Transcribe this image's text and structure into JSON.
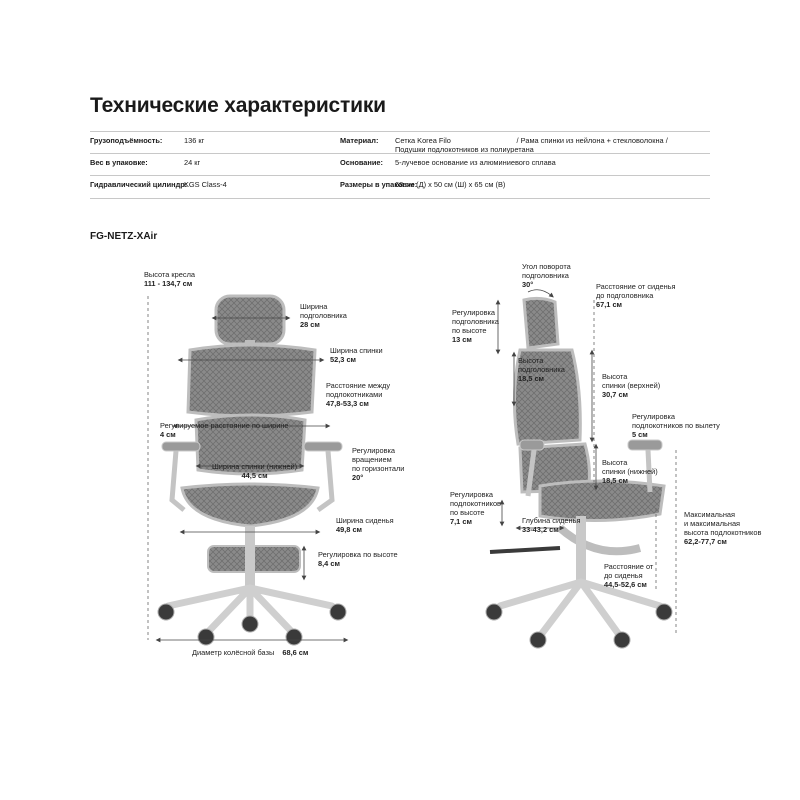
{
  "title": "Технические характеристики",
  "specs": [
    {
      "label": "Грузоподъёмность:",
      "value": "136 кг",
      "label2": "Материал:",
      "value2": "Сетка Korea Filo                                / Рама спинки из нейлона + стекловолокна / Подушки подлокотников из полиуретана"
    },
    {
      "label": "Вес в упаковке:",
      "value": "24 кг",
      "label2": "Основание:",
      "value2": "5-лучевое основание из алюминиевого сплава"
    },
    {
      "label": "Гидравлический цилиндр:",
      "value": "KGS Class-4",
      "label2": "Размеры в упаковке:",
      "value2": "68 см (Д) x 50 см (Ш) x 65 см (В)"
    }
  ],
  "model": "FG-NETZ-XAir",
  "front": {
    "seat_height": {
      "title": "Высота кресла",
      "value": "111 - 134,7 см"
    },
    "headrest_width": {
      "title": "Ширина подголовника",
      "line2": "подголовника",
      "value": "28 см"
    },
    "back_width": {
      "title": "Ширина спинки",
      "value": "52,3 см"
    },
    "armrest_distance": {
      "line1": "Расстояние между",
      "line2": "подлокотниками",
      "value": "47,8-53,3 см"
    },
    "width_adjust": {
      "title": "Регулируемое расстояние по ширине",
      "value": "4 см"
    },
    "rotation": {
      "line1": "Регулировка",
      "line2": "вращением",
      "line3": "по горизонтали",
      "value": "20°"
    },
    "lower_back_width": {
      "title": "Ширина спинки (нижней)",
      "value": "44,5 см"
    },
    "seat_width": {
      "title": "Ширина сиденья",
      "value": "49,8 см"
    },
    "height_adjust": {
      "title": "Регулировка по высоте",
      "value": "8,4 см"
    },
    "base_diameter": {
      "title": "Диаметр колёсной базы",
      "value": "68,6 см"
    }
  },
  "side": {
    "headrest_angle": {
      "line1": "Угол поворота",
      "line2": "подголовника",
      "value": "30°"
    },
    "seat_to_headrest": {
      "line1": "Расстояние от сиденья",
      "line2": "до подголовника",
      "value": "67,1 см"
    },
    "headrest_height_adj": {
      "line1": "Регулировка",
      "line2": "подголовника",
      "line3": "по высоте",
      "value": "13 см"
    },
    "headrest_height": {
      "title": "Высота",
      "line2": "подголовника",
      "value": "18,5 см"
    },
    "upper_back_height": {
      "line1": "Высота",
      "line2": "спинки (верхней)",
      "value": "30,7 см"
    },
    "armrest_reach": {
      "line1": "Регулировка",
      "line2": "подлокотников по вылету",
      "value": "5 см"
    },
    "lower_back_height": {
      "line1": "Высота",
      "line2": "спинки (нижней)",
      "value": "18,5 см"
    },
    "armrest_height_adj": {
      "line1": "Регулировка",
      "line2": "подлокотников",
      "line3": "по высоте",
      "value": "7,1 см"
    },
    "seat_depth": {
      "title": "Глубина сиденья",
      "value": "33-43,2 см"
    },
    "max_armrest_height": {
      "line1": "Максимальная",
      "line2": "и максимальная",
      "line3": "высота подлокотников",
      "value": "62,2-77,7 см"
    },
    "seat_distance": {
      "line1": "Расстояние от",
      "line2": "до сиденья",
      "value": "44,5-52,6 см"
    }
  }
}
